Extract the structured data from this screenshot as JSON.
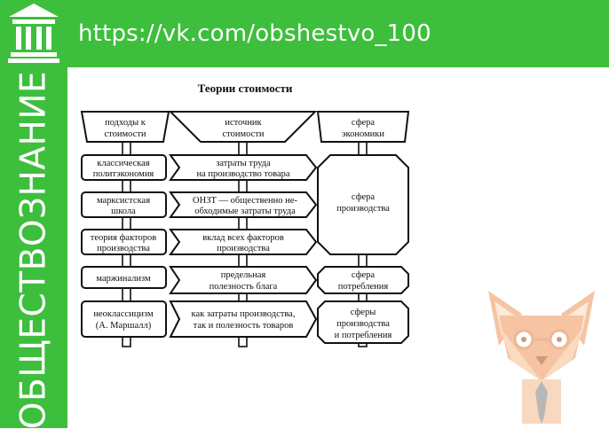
{
  "header": {
    "url": "https://vk.com/obshestvo_100"
  },
  "sidebar": {
    "title": "ОБЩЕСТВОЗНАНИЕ"
  },
  "diagram": {
    "title": "Теории стоимости",
    "headers": [
      [
        "подходы к",
        "стоимости"
      ],
      [
        "источник",
        "стоимости"
      ],
      [
        "сфера",
        "экономики"
      ]
    ],
    "approaches": [
      [
        "классическая",
        "политэкономия"
      ],
      [
        "марксистская",
        "школа"
      ],
      [
        "теория факторов",
        "производства"
      ],
      [
        "маржинализм"
      ],
      [
        "неоклассицизм",
        "(А. Маршалл)"
      ]
    ],
    "sources": [
      [
        "затраты труда",
        "на производство товара"
      ],
      [
        "ОНЗТ — общественно не-",
        "обходимые затраты труда"
      ],
      [
        "вклад всех факторов",
        "производства"
      ],
      [
        "предельная",
        "полезность блага"
      ],
      [
        "как затраты производства,",
        "так и полезность товаров"
      ]
    ],
    "spheres": [
      [
        "сфера",
        "производства"
      ],
      [
        "сфера",
        "потребления"
      ],
      [
        "сферы",
        "производства",
        "и потребления"
      ]
    ]
  },
  "colors": {
    "brand_green": "#3dbf3d"
  }
}
